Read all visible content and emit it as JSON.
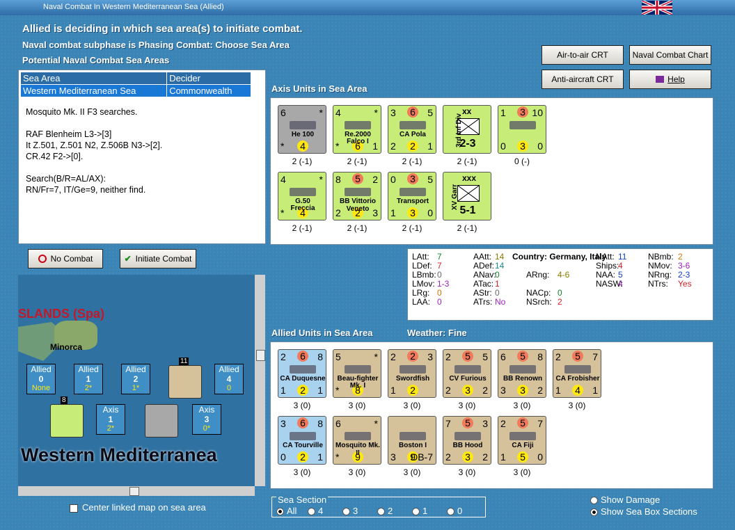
{
  "window": {
    "title": "Naval Combat In Western Mediterranean Sea (Allied)"
  },
  "header": {
    "line1": "Allied is deciding in which sea area(s) to initiate combat.",
    "line2": "Naval combat subphase is Phasing Combat: Choose Sea Area",
    "line3": "Potential Naval Combat Sea Areas"
  },
  "buttons": {
    "air_to_air": "Air-to-air CRT",
    "naval_chart": "Naval Combat Chart",
    "anti_aircraft": "Anti-aircraft CRT",
    "help": "Help",
    "no_combat": "No Combat",
    "initiate_combat": "Initiate Combat"
  },
  "sea_table": {
    "headers": [
      "Sea Area",
      "Decider"
    ],
    "rows": [
      [
        "Western Mediterranean Sea",
        "Commonwealth"
      ]
    ]
  },
  "log": "Mosquito Mk. II F3 searches.\n\nRAF Blenheim L3->[3]\nIt Z.501, Z.501 N2, Z.506B N3->[2].\nCR.42 F2->[0].\n\nSearch(B/R=AL/AX):\nRN/Fr=7, IT/Ge=9, neither find.",
  "axis": {
    "title": "Axis Units in Sea Area",
    "units": [
      {
        "name": "He 100",
        "tl": "6",
        "tr": "*",
        "bl": "*",
        "bm": "4",
        "br": "",
        "cap": "2 (-1)",
        "bg": "#a8a8a8"
      },
      {
        "name": "Re.2000",
        "sub": "Falco I",
        "tl": "4",
        "tr": "*",
        "bl": "*",
        "bm": "6",
        "br": "1",
        "cap": "2 (-1)",
        "bg": "#c8ec78"
      },
      {
        "name": "CA Pola",
        "tl": "3",
        "tm": "6",
        "tr": "5",
        "bl": "2",
        "bm": "2",
        "br": "1",
        "cap": "2 (-1)",
        "bg": "#c8ec78"
      },
      {
        "name": "3rd Inf Div",
        "tm": "xx",
        "big": "2-3",
        "cap": "2 (-1)",
        "bg": "#c8ec78"
      },
      {
        "name": "",
        "tl": "1",
        "tm": "3",
        "tr": "10",
        "bl": "0",
        "bm": "3",
        "br": "0",
        "cap": "0 (-)",
        "bg": "#c8ec78"
      },
      {
        "name": "G.50",
        "sub": "Freccia",
        "tl": "4",
        "tr": "*",
        "bl": "*",
        "bm": "4",
        "br": "",
        "cap": "2 (-1)",
        "bg": "#c8ec78"
      },
      {
        "name": "BB Vittorio Veneto",
        "tl": "8",
        "tm": "5",
        "tr": "2",
        "bl": "2",
        "bm": "2",
        "br": "3",
        "cap": "2 (-1)",
        "bg": "#c8ec78"
      },
      {
        "name": "Transport",
        "tl": "0",
        "tm": "3",
        "tr": "5",
        "bl": "1",
        "bm": "3",
        "br": "0",
        "cap": "2 (-1)",
        "bg": "#c8ec78"
      },
      {
        "name": "XV Garr",
        "tm": "xxx",
        "big": "5-1",
        "cap": "2 (-1)",
        "bg": "#c8ec78"
      }
    ]
  },
  "stats": {
    "country_label": "Country:",
    "country": "Germany, Italy",
    "rows": [
      [
        "LAtt:",
        "7",
        "AAtt:",
        "14",
        "",
        "",
        "NAtt:",
        "11",
        "NBmb:",
        "2"
      ],
      [
        "LDef:",
        "7",
        "ADef:",
        "14",
        "",
        "",
        "Ships:",
        "4",
        "NMov:",
        "3-6"
      ],
      [
        "LBmb:",
        "0",
        "ANav:",
        "0",
        "ARng:",
        "4-6",
        "NAA:",
        "5",
        "NRng:",
        "2-3"
      ],
      [
        "LMov:",
        "1-3",
        "ATac:",
        "1",
        "",
        "",
        "NASW:",
        "4",
        "NTrs:",
        "Yes"
      ],
      [
        "LRg:",
        "0",
        "AStr:",
        "0",
        "NACp:",
        "0",
        "",
        "",
        "",
        ""
      ],
      [
        "LAA:",
        "0",
        "ATrs:",
        "No",
        "NSrch:",
        "2",
        "",
        "",
        "",
        ""
      ]
    ]
  },
  "allied": {
    "title": "Allied Units in Sea Area",
    "weather_label": "Weather:",
    "weather": "Fine",
    "units": [
      {
        "name": "CA Duquesne",
        "tl": "2",
        "tm": "6",
        "tr": "8",
        "bl": "1",
        "bm": "2",
        "br": "1",
        "cap": "3 (0)",
        "bg": "#a9d2ee"
      },
      {
        "name": "Beau-fighter",
        "sub": "Mk. I",
        "tl": "5",
        "tr": "*",
        "bl": "*",
        "bm": "8",
        "br": "",
        "cap": "3 (0)",
        "bg": "#d5c29a"
      },
      {
        "name": "Swordfish",
        "tl": "2",
        "tm": "2",
        "tr": "3",
        "bl": "1",
        "bm": "2",
        "br": "",
        "cap": "3 (0)",
        "bg": "#d5c29a"
      },
      {
        "name": "CV Furious",
        "tl": "2",
        "tm": "5",
        "tr": "5",
        "bl": "2",
        "bm": "3",
        "br": "2",
        "cap": "3 (0)",
        "bg": "#d5c29a"
      },
      {
        "name": "BB Renown",
        "tl": "6",
        "tm": "5",
        "tr": "8",
        "bl": "3",
        "bm": "3",
        "br": "2",
        "cap": "3 (0)",
        "bg": "#d5c29a"
      },
      {
        "name": "CA Frobisher",
        "tl": "2",
        "tm": "5",
        "tr": "7",
        "bl": "1",
        "bm": "4",
        "br": "1",
        "cap": "3 (0)",
        "bg": "#d5c29a"
      },
      {
        "name": "CA Tourville",
        "tl": "3",
        "tm": "6",
        "tr": "8",
        "bl": "0",
        "bm": "2",
        "br": "1",
        "cap": "3 (0)",
        "bg": "#a9d2ee"
      },
      {
        "name": "Mosquito Mk. II",
        "tl": "6",
        "tr": "*",
        "bl": "*",
        "bm": "9",
        "br": "",
        "cap": "3 (0)",
        "bg": "#d5c29a"
      },
      {
        "name": "Boston I",
        "tl": "",
        "tr": "",
        "bl": "3",
        "bm": "9",
        "br": "DB-7",
        "cap": "3 (0)",
        "bg": "#d5c29a"
      },
      {
        "name": "BB Hood",
        "tl": "7",
        "tm": "5",
        "tr": "3",
        "bl": "2",
        "bm": "3",
        "br": "2",
        "cap": "3 (0)",
        "bg": "#d5c29a"
      },
      {
        "name": "CA Fiji",
        "tl": "2",
        "tm": "5",
        "tr": "7",
        "bl": "1",
        "bm": "5",
        "br": "0",
        "cap": "3 (0)",
        "bg": "#d5c29a"
      }
    ]
  },
  "map": {
    "region": "SLANDS (Spa)",
    "island": "Minorca",
    "sea_name": "Western Mediterranea",
    "allied_boxes": [
      {
        "t": "Allied",
        "n": "0",
        "s": "None"
      },
      {
        "t": "Allied",
        "n": "1",
        "s": "2*"
      },
      {
        "t": "Allied",
        "n": "2",
        "s": "1*"
      },
      {
        "t": "Allied",
        "n": "4",
        "s": "0"
      }
    ],
    "axis_boxes": [
      {
        "t": "Axis",
        "n": "1",
        "s": "2*"
      },
      {
        "t": "Axis",
        "n": "3",
        "s": "0*"
      }
    ],
    "stack_a": "11",
    "stack_b": "8"
  },
  "center_check": "Center linked map on sea area",
  "sea_section": {
    "label": "Sea Section",
    "options": [
      "All",
      "4",
      "3",
      "2",
      "1",
      "0"
    ]
  },
  "options": {
    "show_damage": "Show Damage",
    "show_box": "Show Sea Box Sections"
  }
}
